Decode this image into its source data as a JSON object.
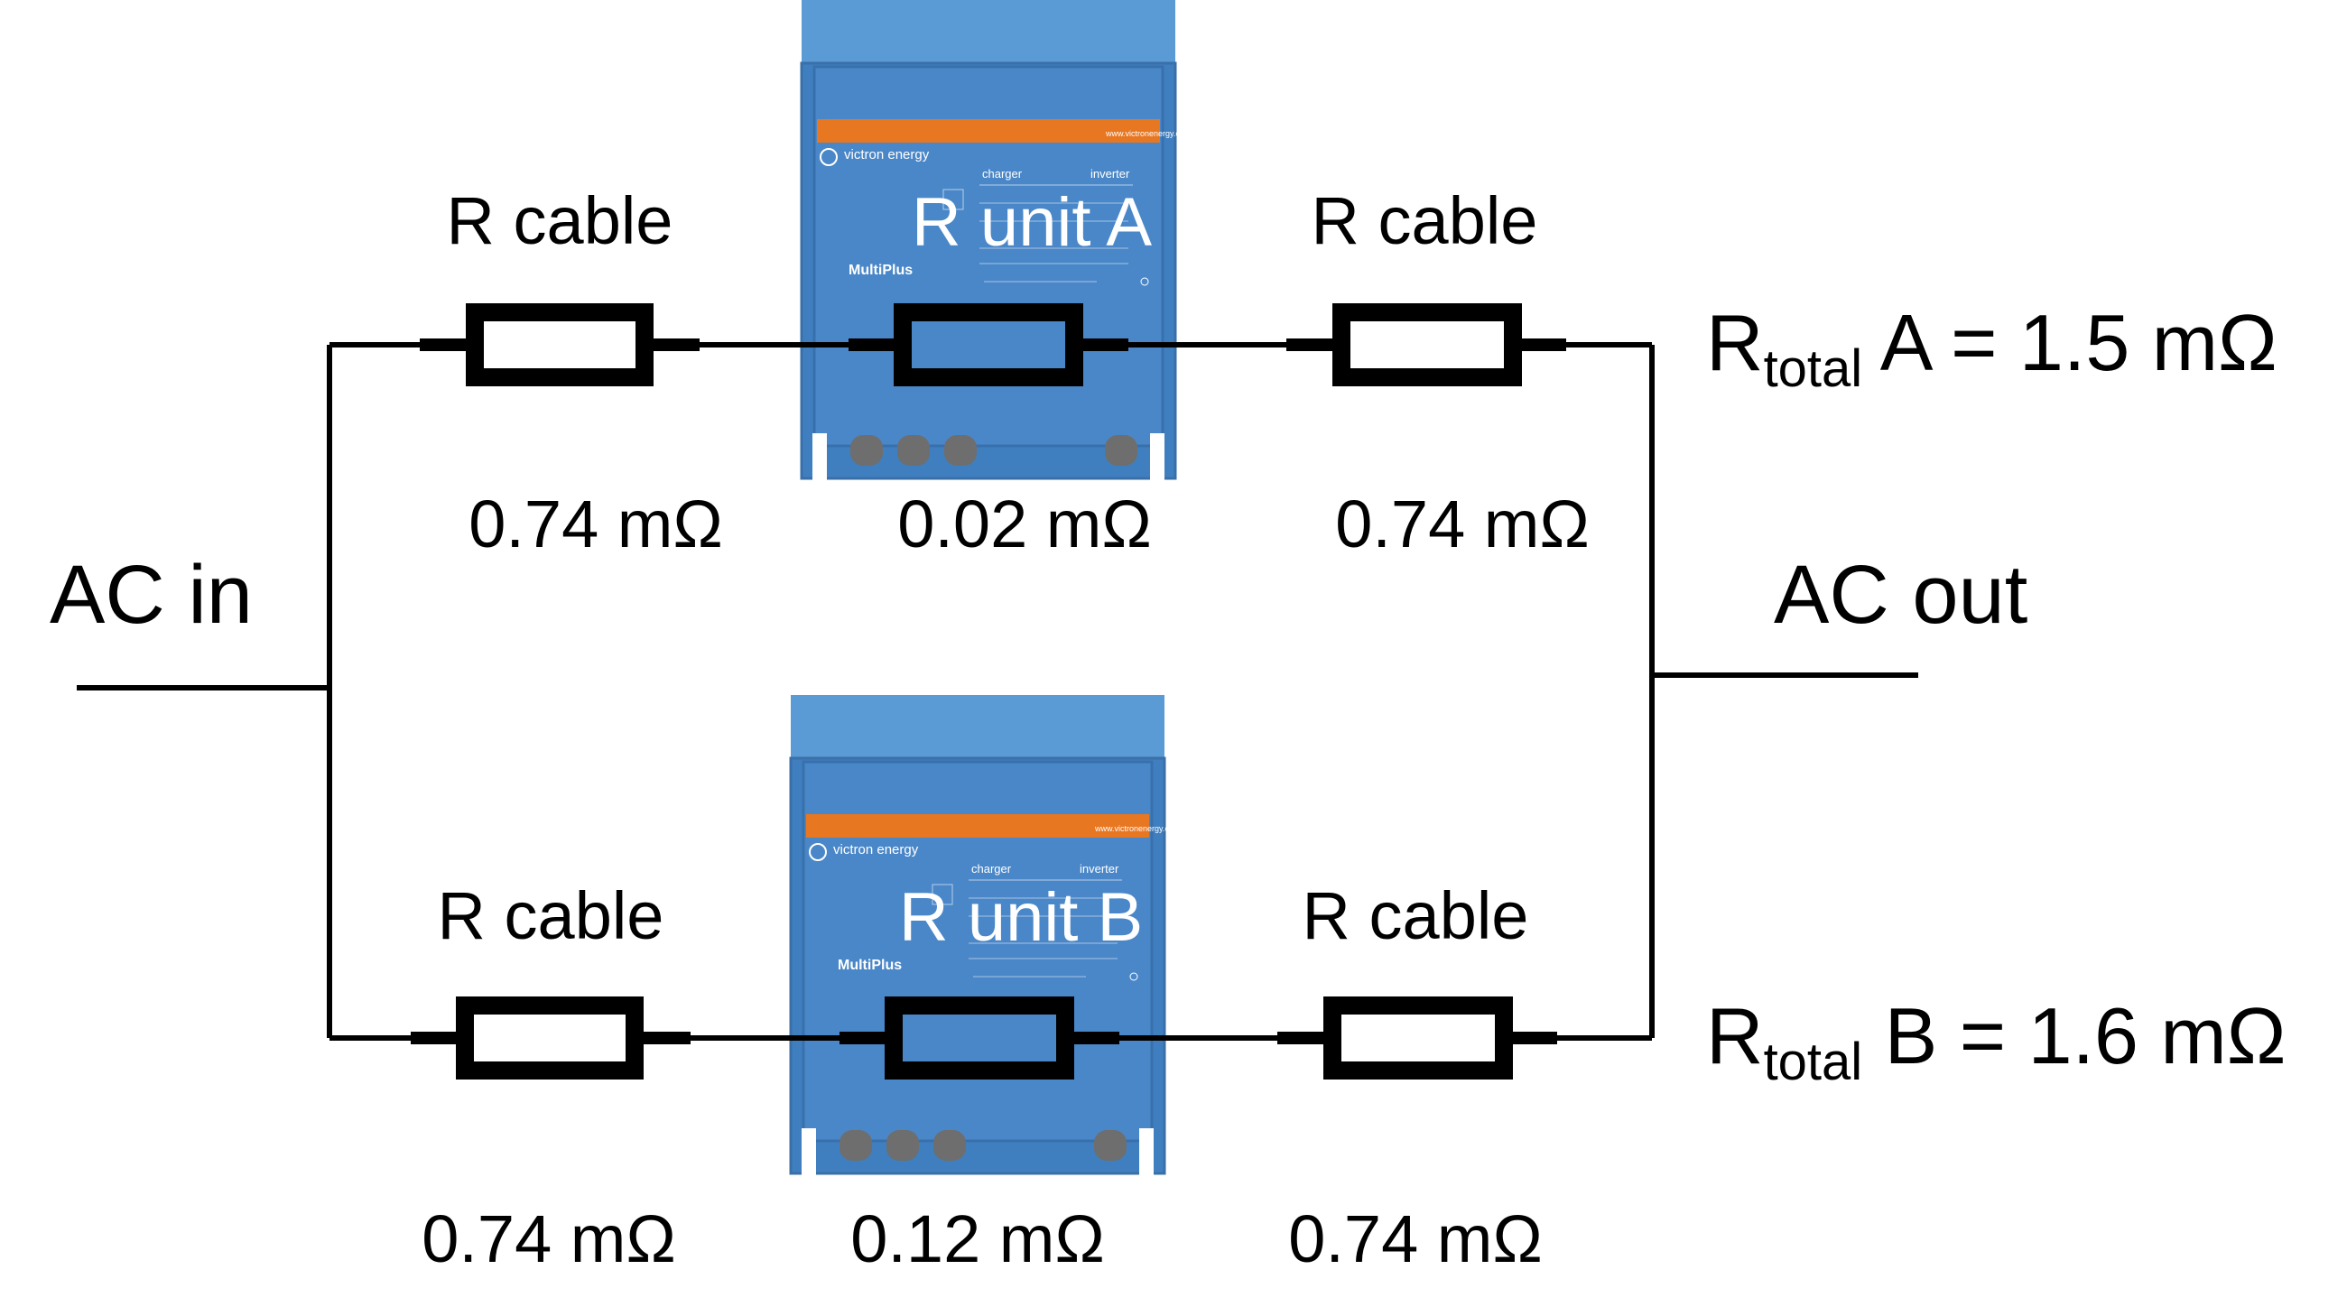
{
  "input_label": "AC in",
  "output_label": "AC out",
  "branch_a": {
    "cable_left_label": "R cable",
    "cable_right_label": "R cable",
    "unit_label": "R unit A",
    "cable_left_value": "0.74 mΩ",
    "unit_value": "0.02 mΩ",
    "cable_right_value": "0.74 mΩ",
    "total_prefix": "R",
    "total_subscript": "total",
    "total_suffix": " A = 1.5 mΩ"
  },
  "branch_b": {
    "cable_left_label": "R cable",
    "cable_right_label": "R cable",
    "unit_label": "R unit B",
    "cable_left_value": "0.74 mΩ",
    "unit_value": "0.12 mΩ",
    "cable_right_value": "0.74 mΩ",
    "total_prefix": "R",
    "total_subscript": "total",
    "total_suffix": " B = 1.6 mΩ"
  },
  "device": {
    "brand": "victron energy",
    "model": "MultiPlus",
    "website": "www.victronenergy.com",
    "charger_heading": "charger",
    "inverter_heading": "inverter"
  },
  "colors": {
    "device_top": "#5b9bd5",
    "device_body": "#3f7fc0",
    "device_stripe": "#e87722",
    "wire": "#000000"
  }
}
